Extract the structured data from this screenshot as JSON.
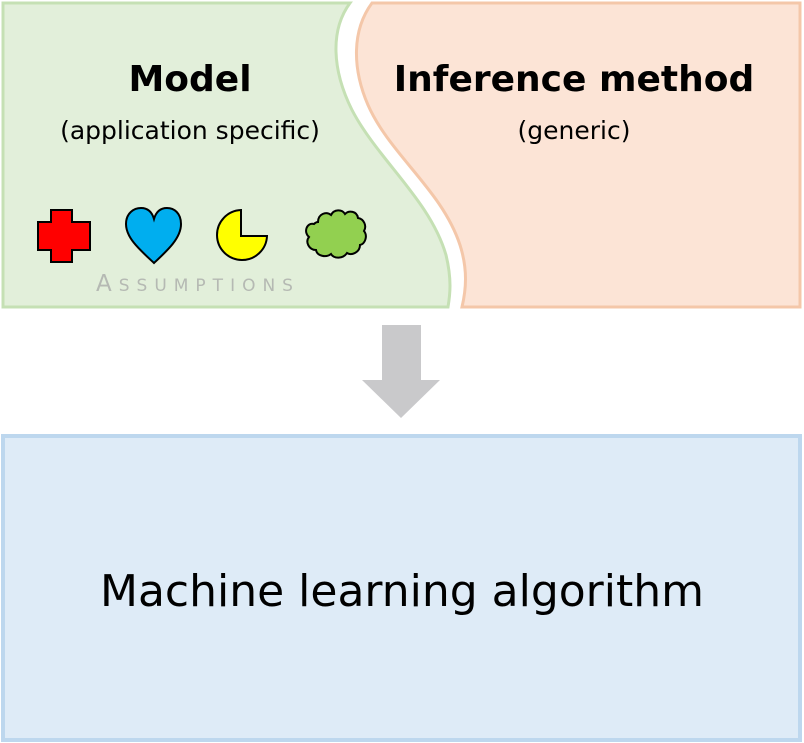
{
  "model": {
    "title": "Model",
    "subtitle": "(application specific)",
    "assumptions_label": "ASSUMPTIONS",
    "assumption_icons": [
      {
        "name": "cross-icon",
        "color": "#ff0000"
      },
      {
        "name": "heart-icon",
        "color": "#00aeef"
      },
      {
        "name": "pacman-icon",
        "color": "#ffff00"
      },
      {
        "name": "cloud-icon",
        "color": "#92d050"
      }
    ],
    "fill": "#e2efda",
    "border": "#c5e0b4"
  },
  "inference": {
    "title": "Inference method",
    "subtitle": "(generic)",
    "fill": "#fce4d6",
    "border": "#f4c7a9"
  },
  "arrow": {
    "color": "#c9c9cb"
  },
  "algorithm": {
    "label": "Machine learning algorithm",
    "fill": "#deebf7",
    "border": "#bdd7ee"
  }
}
